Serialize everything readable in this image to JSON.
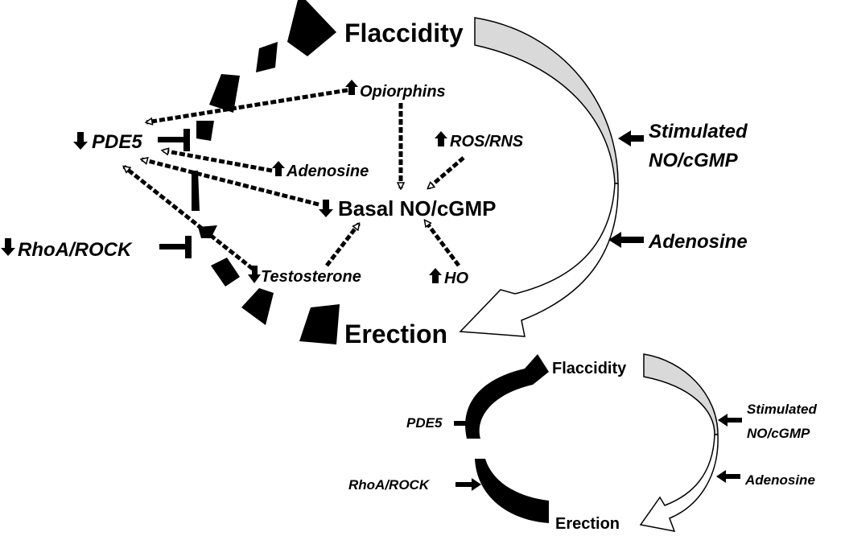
{
  "main_cycle": {
    "top_state": "Flaccidity",
    "bottom_state": "Erection",
    "right_inputs": [
      "Stimulated",
      "NO/cGMP",
      "Adenosine"
    ]
  },
  "modulators": {
    "opiorphins": "Opiorphins",
    "ros_rns": "ROS/RNS",
    "adenosine": "Adenosine",
    "basal": "Basal NO/cGMP",
    "testosterone": "Testosterone",
    "ho": "HO",
    "pde5": "PDE5",
    "rhoa_rock": "RhoA/ROCK"
  },
  "inset_cycle": {
    "top_state": "Flaccidity",
    "bottom_state": "Erection",
    "left_inputs": [
      "PDE5",
      "RhoA/ROCK"
    ],
    "right_inputs": [
      "Stimulated",
      "NO/cGMP",
      "Adenosine"
    ]
  },
  "colors": {
    "ink": "#000000",
    "flaccid_fill": "#d9d9d9",
    "paper": "#ffffff"
  }
}
